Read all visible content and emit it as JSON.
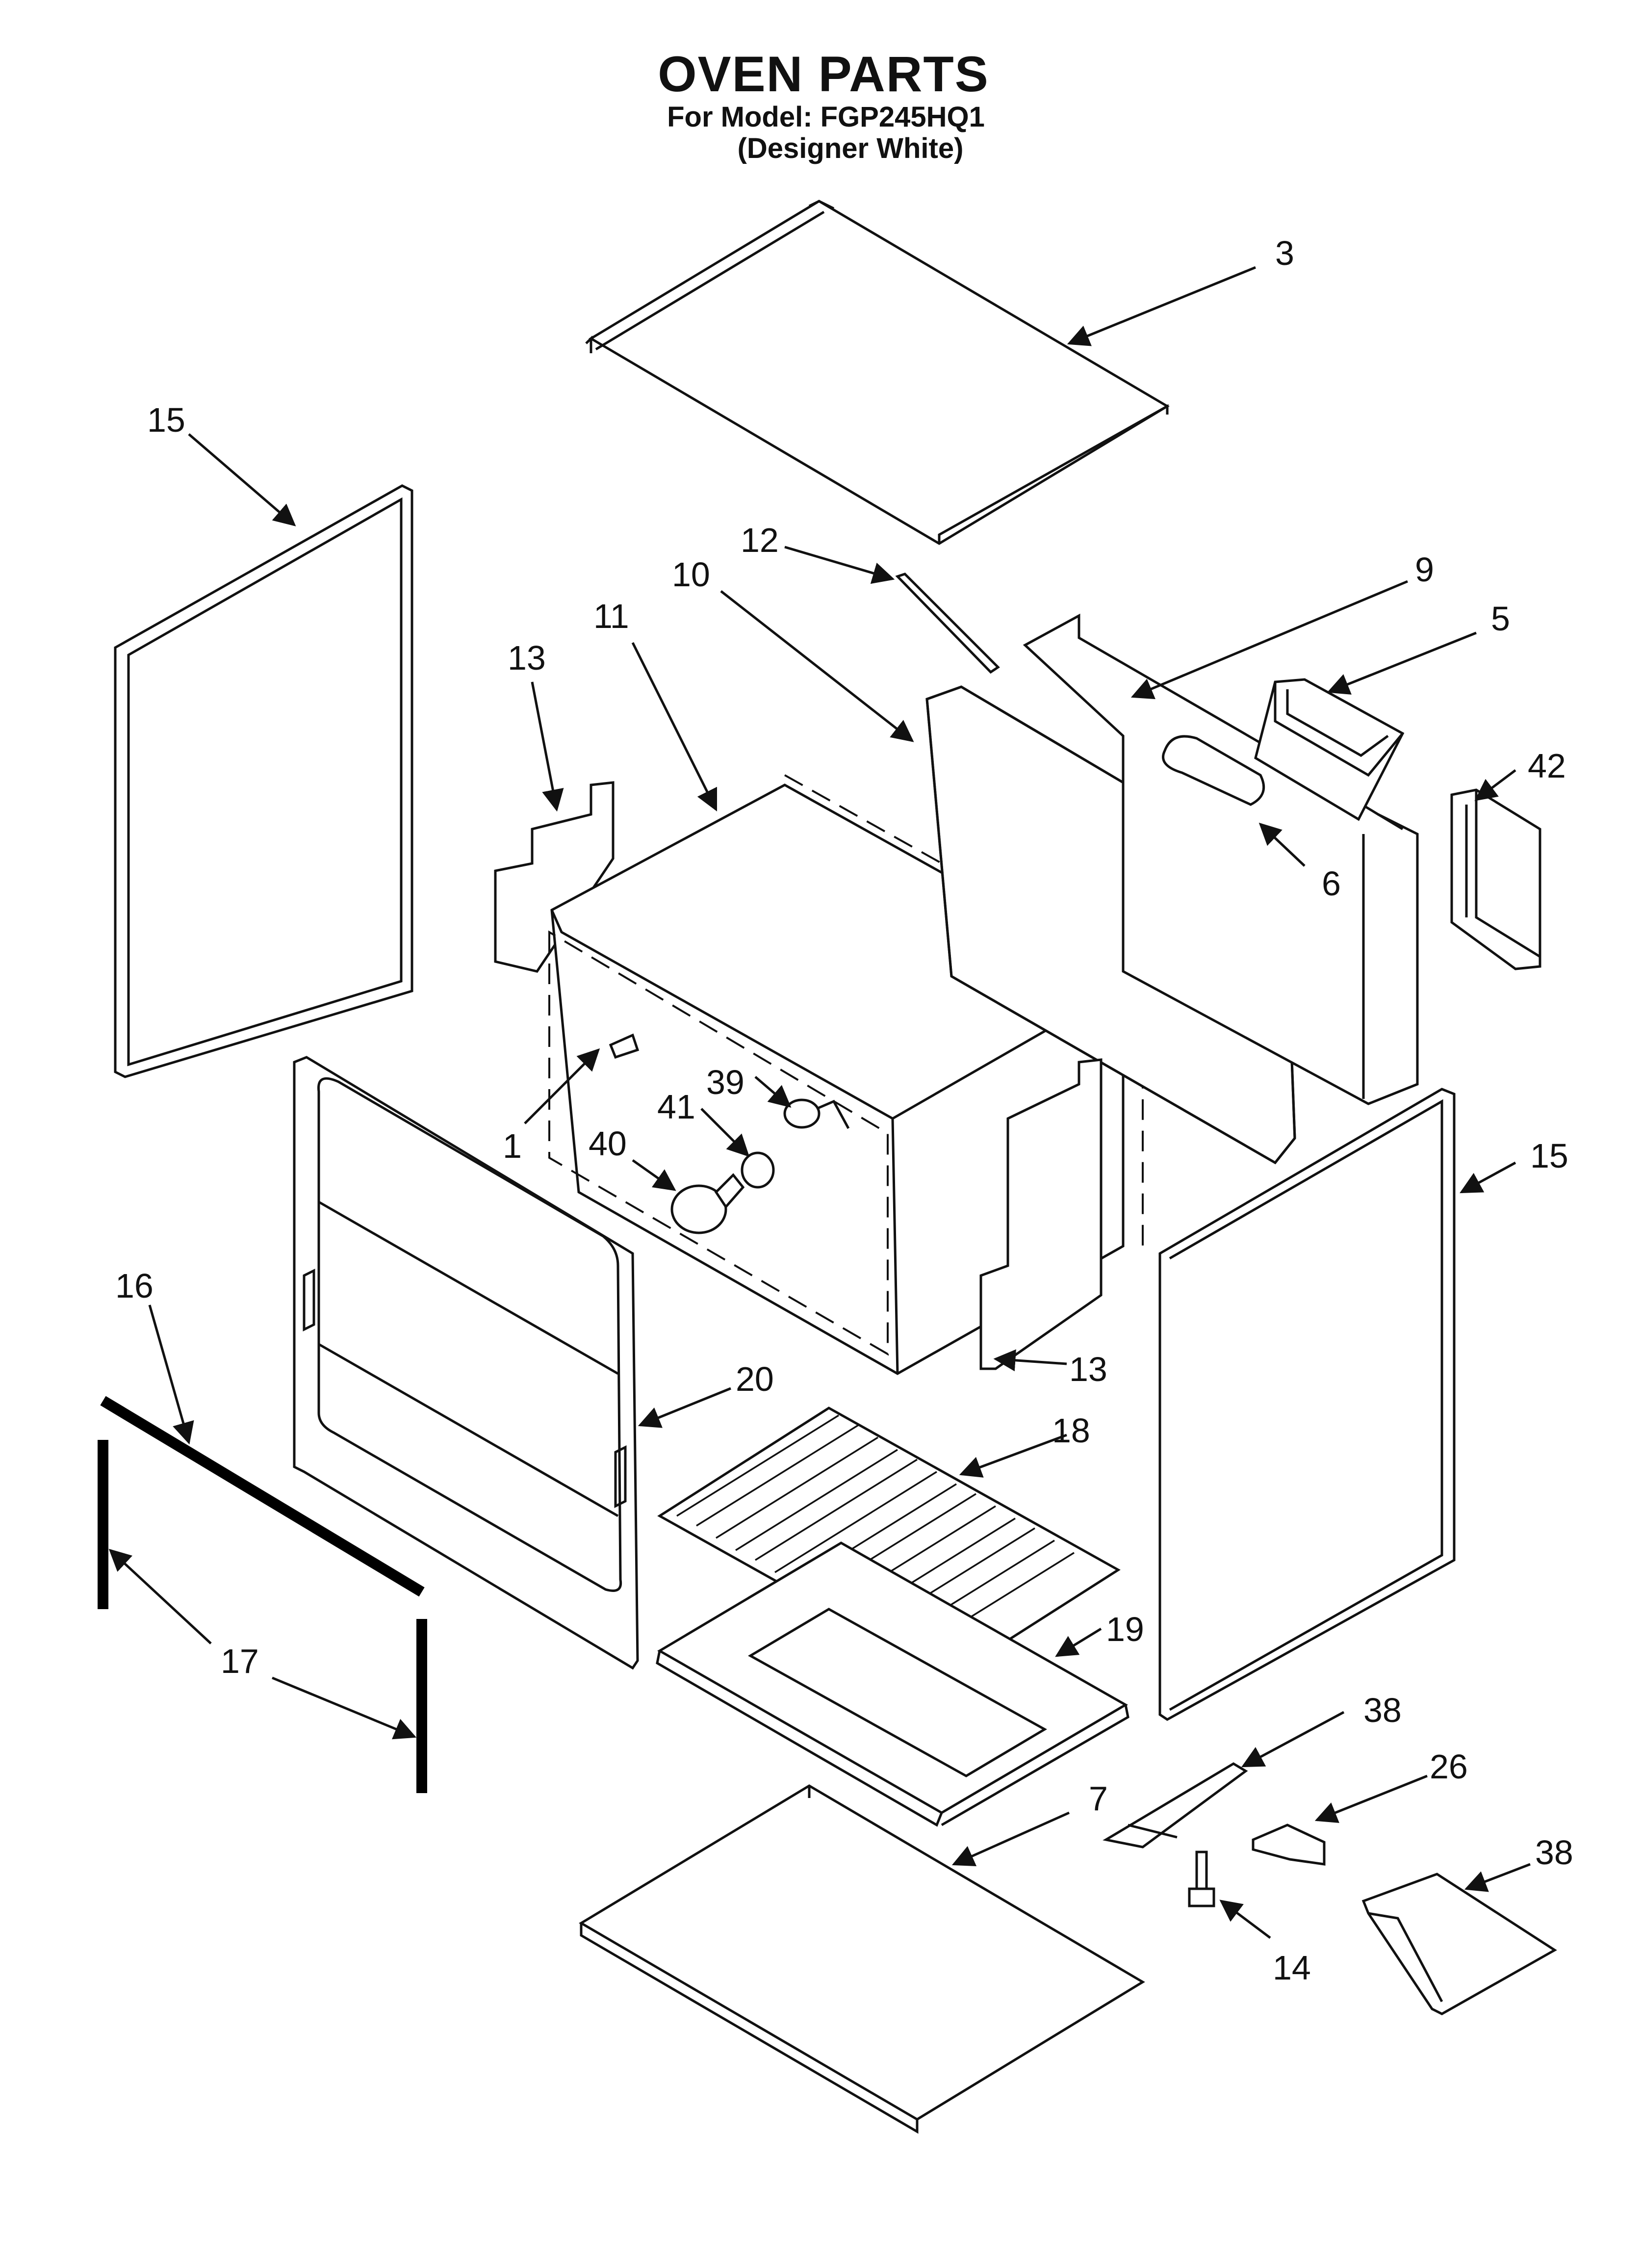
{
  "header": {
    "title": "OVEN PARTS",
    "model_line": "For Model: FGP245HQ1",
    "finish_line": "(Designer White)"
  },
  "callouts": {
    "c1": "1",
    "c3": "3",
    "c5": "5",
    "c6": "6",
    "c7": "7",
    "c9": "9",
    "c10": "10",
    "c11": "11",
    "c12": "12",
    "c13a": "13",
    "c13b": "13",
    "c14": "14",
    "c15a": "15",
    "c15b": "15",
    "c16": "16",
    "c17": "17",
    "c18": "18",
    "c19": "19",
    "c20": "20",
    "c26": "26",
    "c38a": "38",
    "c38b": "38",
    "c39": "39",
    "c40": "40",
    "c41": "41",
    "c42": "42"
  }
}
